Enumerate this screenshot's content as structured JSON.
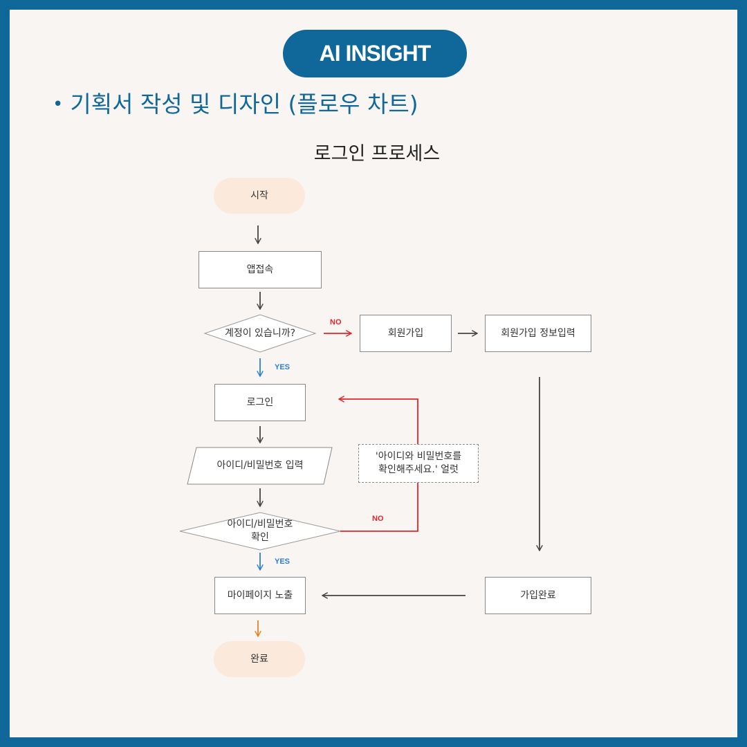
{
  "badge": "AI INSIGHT",
  "subtitle": {
    "bullet": "•",
    "text": "기획서 작성 및 디자인 (플로우 차트)"
  },
  "diagram": {
    "title": "로그인 프로세스",
    "nodes": {
      "start": "시작",
      "app_access": "앱접속",
      "has_account": "계정이 있습니까?",
      "signup": "회원가입",
      "signup_info": "회원가입 정보입력",
      "login": "로그인",
      "id_pw_input": "아이디/비밀번호 입력",
      "id_pw_check": "아이디/비밀번호\n확인",
      "alert": "'아이디와 비밀번호를\n확인해주세요.' 얼럿",
      "mypage": "마이페이지 노출",
      "signup_done": "가입완료",
      "end": "완료"
    },
    "labels": {
      "no_account": "NO",
      "yes_account": "YES",
      "no_check": "NO",
      "yes_check": "YES"
    }
  },
  "colors": {
    "frame": "#0f6899",
    "background": "#f9f5f2",
    "no_arrow": "#e5242a",
    "yes_arrow": "#2b7fd4",
    "end_arrow": "#e8821e",
    "default_arrow": "#444444",
    "terminal_fill": "#fbe9dc"
  }
}
